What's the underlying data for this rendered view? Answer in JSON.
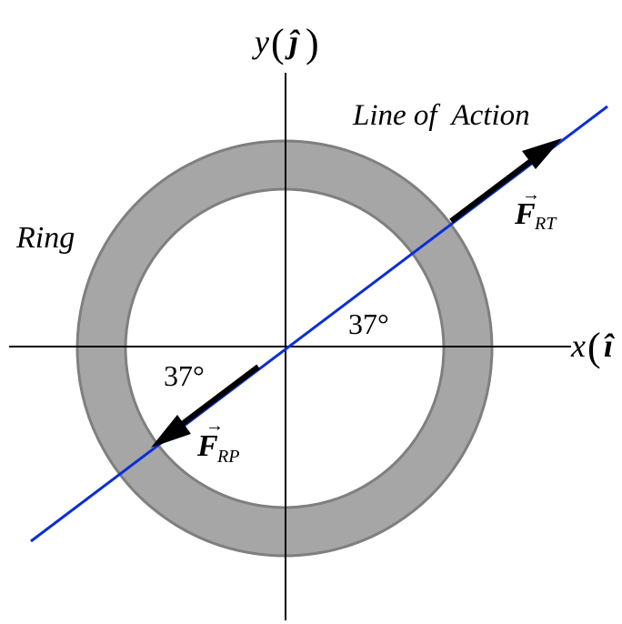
{
  "diagram": {
    "axes": {
      "x_label": "x",
      "x_unit": "î",
      "y_label": "y",
      "y_unit": "ĵ"
    },
    "ring_label": "Ring",
    "line_label": "Line of  Action",
    "angle_upper_label": "37°",
    "angle_lower_label": "37°",
    "angle_deg": 37,
    "force_tension": {
      "symbol": "F",
      "subscript": "RT"
    },
    "force_pull": {
      "symbol": "F",
      "subscript": "RP"
    },
    "colors": {
      "ring_fill": "#a6a6a6",
      "ring_stroke": "#7f7f7f",
      "line_of_action": "#0a2ed8",
      "axes": "#000000",
      "arrows": "#000000"
    }
  }
}
